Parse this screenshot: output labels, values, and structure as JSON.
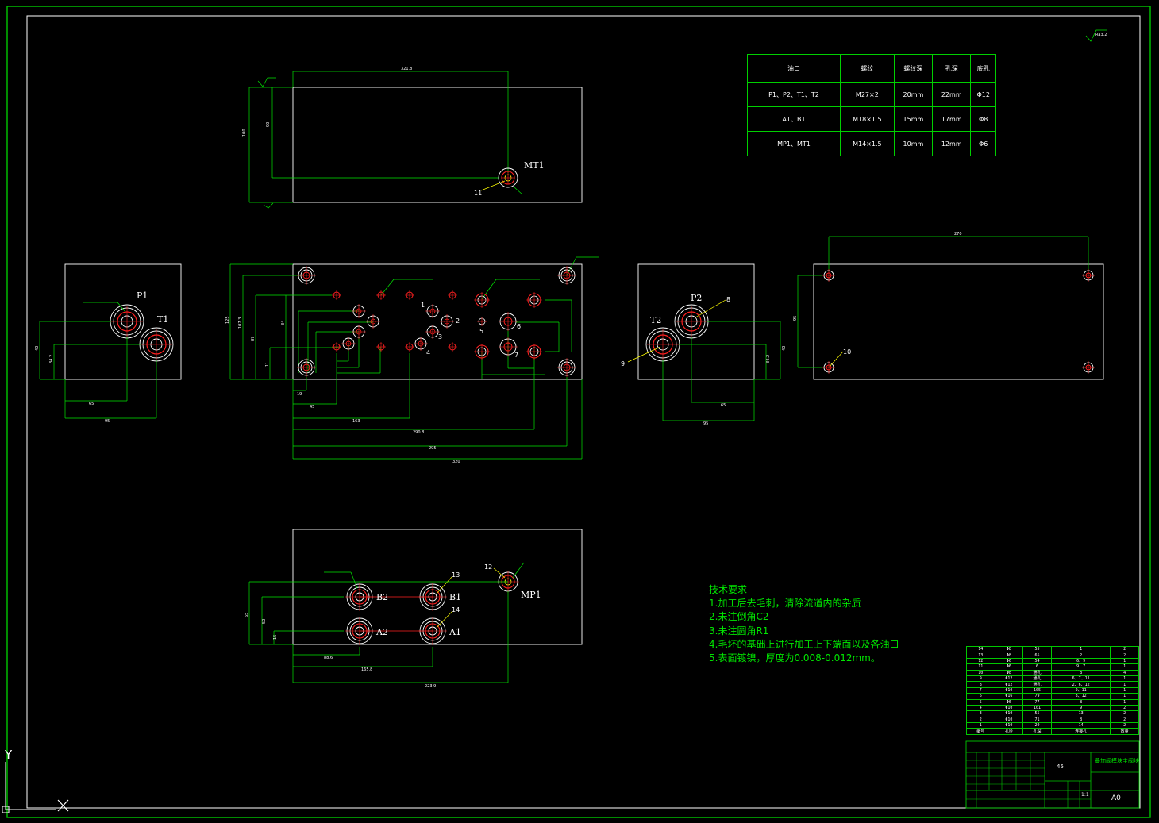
{
  "port_table": {
    "headers": [
      "油口",
      "螺纹",
      "螺纹深",
      "孔深",
      "底孔"
    ],
    "rows": [
      [
        "P1、P2、T1、T2",
        "M27×2",
        "20mm",
        "22mm",
        "Φ12"
      ],
      [
        "A1、B1",
        "M18×1.5",
        "15mm",
        "17mm",
        "Φ8"
      ],
      [
        "MP1、MT1",
        "M14×1.5",
        "10mm",
        "12mm",
        "Φ6"
      ]
    ]
  },
  "tech_requirements": {
    "title": "技术要求",
    "items": [
      "1.加工后去毛刺，清除流道内的杂质",
      "2.未注倒角C2",
      "3.未注圆角R1",
      "4.毛坯的基础上进行加工上下端面以及各油口",
      "5.表面镀镍，厚度为0.008-0.012mm。"
    ]
  },
  "port_labels": {
    "mt1": "MT1",
    "p1": "P1",
    "t1": "T1",
    "p2": "P2",
    "t2": "T2",
    "b2": "B2",
    "b1": "B1",
    "a2": "A2",
    "a1": "A1",
    "mp1": "MP1"
  },
  "hole_numbers": {
    "n1": "1",
    "n2": "2",
    "n3": "3",
    "n4": "4",
    "n5": "5",
    "n6": "6",
    "n7": "7",
    "n8": "8",
    "n9": "9",
    "n10": "10",
    "n11": "11",
    "n12": "12",
    "n13": "13",
    "n14": "14"
  },
  "dimensions": {
    "top_width": "321.8",
    "top_height": "100",
    "top_h2": "90",
    "main_total": "320",
    "main_h1": "295",
    "main_h2": "290.8",
    "main_h3": "163",
    "main_h4": "45",
    "main_h5": "19",
    "main_v1": "125",
    "main_v2": "107.3",
    "main_v3": "87",
    "main_v4": "34",
    "main_v5": "11",
    "left_65": "65",
    "left_95": "95",
    "left_40": "40",
    "left_34": "34.2",
    "right_65": "65",
    "right_95": "95",
    "right_40": "40",
    "right_34": "34.2",
    "far_270": "270",
    "far_95": "95",
    "bottom_2239": "223.9",
    "bottom_1658": "165.8",
    "bottom_886": "88.6",
    "bottom_65": "65",
    "bottom_50": "50",
    "bottom_15": "15",
    "surface": "Ra3.2",
    "axis_y": "Y"
  },
  "parts_list": {
    "rows": [
      [
        "14",
        "Φ8",
        "55",
        "1",
        "2"
      ],
      [
        "13",
        "Φ8",
        "65",
        "2",
        "2"
      ],
      [
        "12",
        "Φ6",
        "54",
        "6、9",
        "1"
      ],
      [
        "11",
        "Φ6",
        "6",
        "9、7",
        "1"
      ],
      [
        "10",
        "Φ8",
        "通孔",
        "8",
        "4"
      ],
      [
        "9",
        "Φ12",
        "通孔",
        "6、7、11",
        "1"
      ],
      [
        "8",
        "Φ12",
        "通孔",
        "2、6、12",
        "1"
      ],
      [
        "7",
        "Φ10",
        "105",
        "9、11",
        "1"
      ],
      [
        "6",
        "Φ16",
        "79",
        "8、12",
        "1"
      ],
      [
        "5",
        "Φ6",
        "77",
        "8",
        "1"
      ],
      [
        "4",
        "Φ10",
        "101",
        "9",
        "2"
      ],
      [
        "3",
        "Φ10",
        "55",
        "13",
        "2"
      ],
      [
        "2",
        "Φ10",
        "71",
        "8",
        "2"
      ],
      [
        "1",
        "Φ10",
        "20",
        "14",
        "2"
      ]
    ],
    "footer": [
      "编号",
      "孔径",
      "孔深",
      "连接孔",
      "数量"
    ]
  },
  "title_block": {
    "name": "叠加阀模块主阀块",
    "material": "45",
    "sheet": "A0",
    "scale": "1:1"
  },
  "colors": {
    "line": "#ffffff",
    "dim": "#00e600",
    "center": "#ff2020",
    "frame": "#00c800"
  }
}
